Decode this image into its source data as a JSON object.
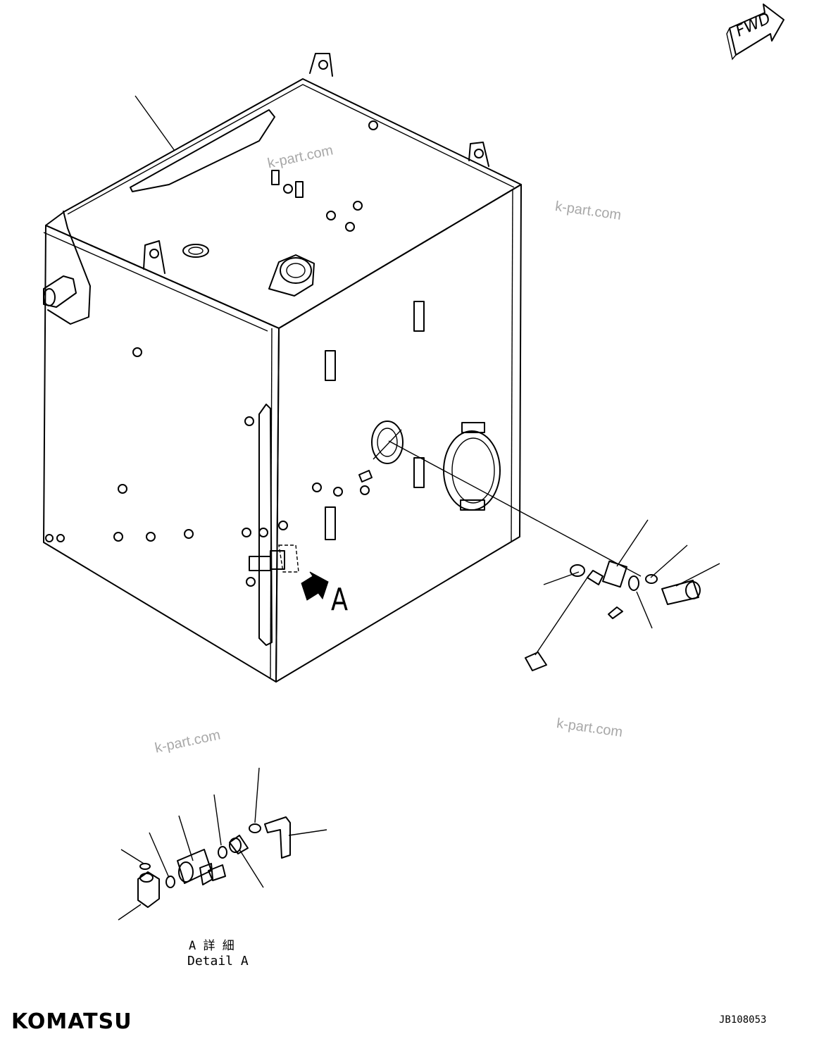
{
  "direction_indicator": {
    "label": "FWD"
  },
  "view_marker": {
    "letter": "A"
  },
  "detail_caption": {
    "japanese": "A 詳 細",
    "english": "Detail A"
  },
  "watermarks": [
    "k-part.com",
    "k-part.com",
    "k-part.com",
    "k-part.com"
  ],
  "footer": {
    "brand": "KOMATSU",
    "drawing_code": "JB108053"
  }
}
